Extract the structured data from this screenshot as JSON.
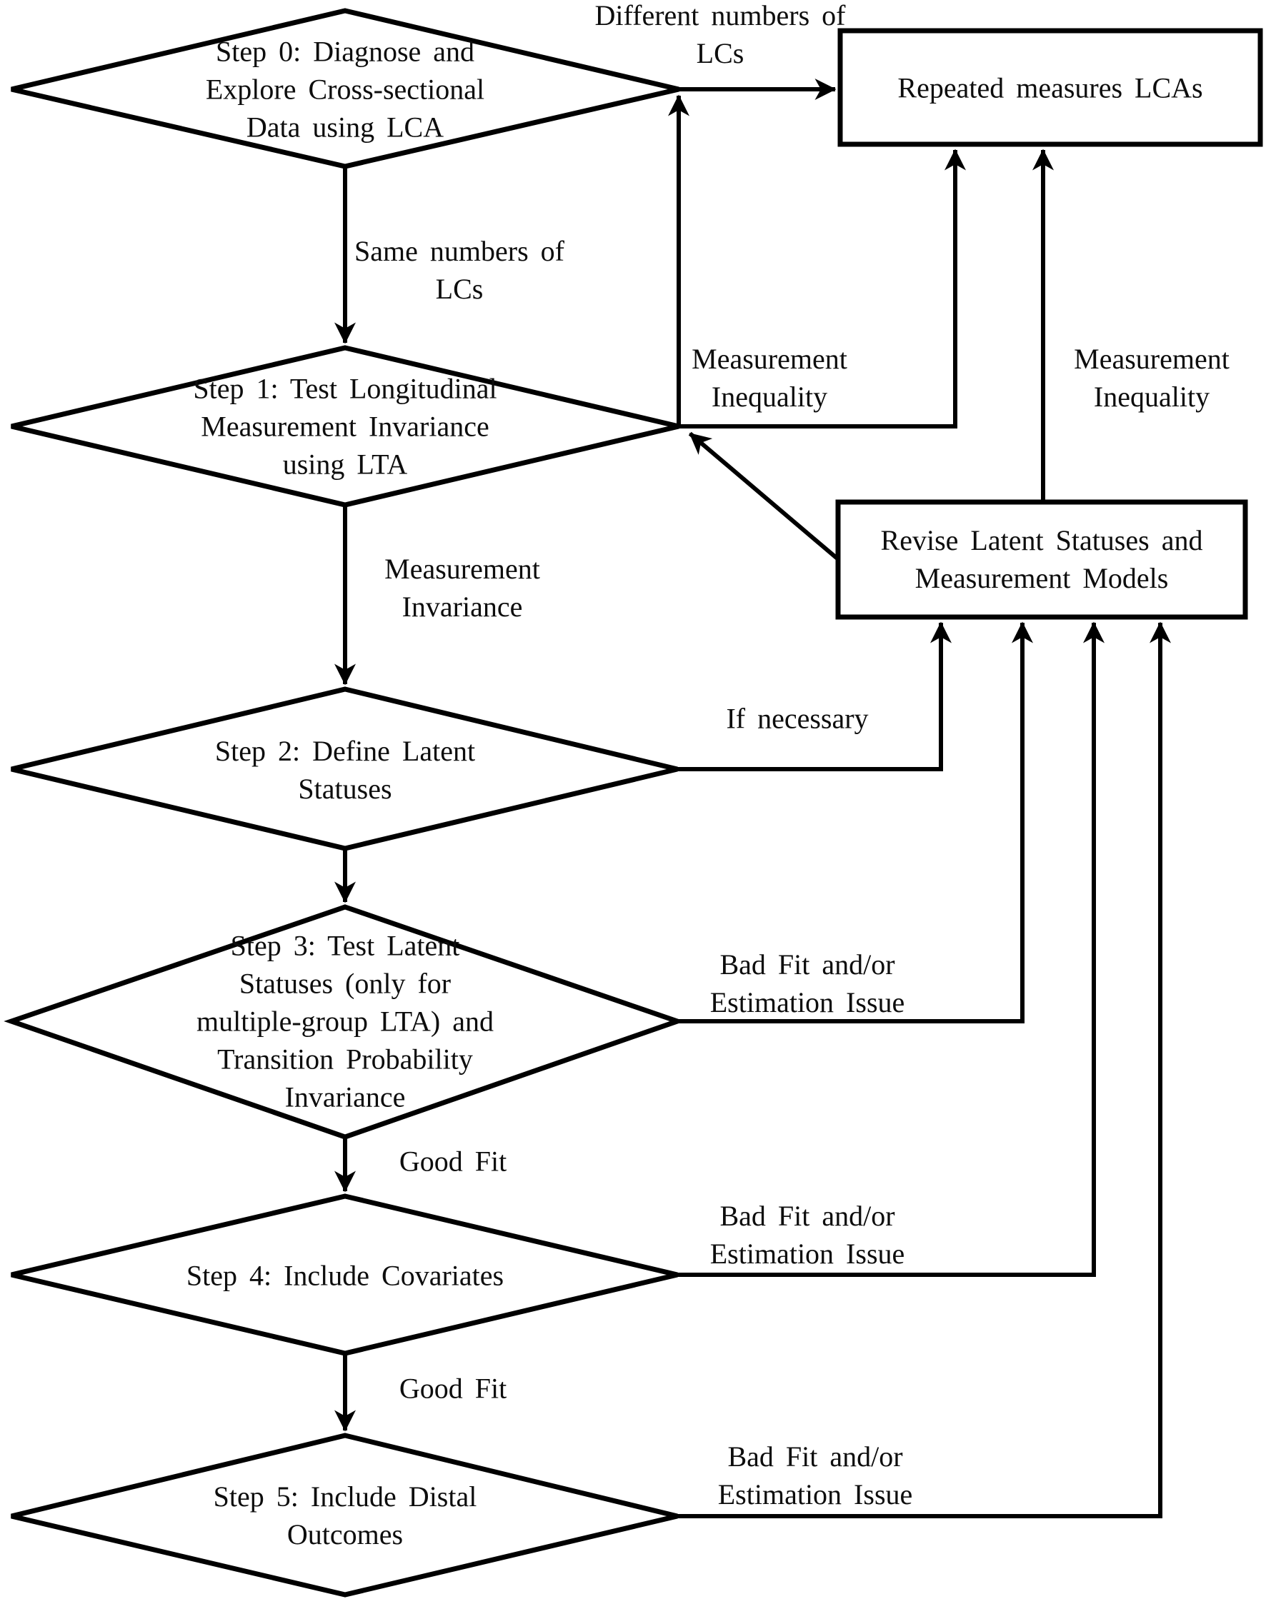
{
  "diagram": {
    "background_color": "#ffffff",
    "line_color": "#000000",
    "text_color": "#0d0d0d",
    "nodes": {
      "step0": {
        "type": "decision",
        "label": "Step 0: Diagnose and\nExplore Cross-sectional\nData using LCA"
      },
      "step1": {
        "type": "decision",
        "label": "Step 1: Test Longitudinal\nMeasurement Invariance\nusing LTA"
      },
      "step2": {
        "type": "decision",
        "label": "Step 2: Define Latent\nStatuses"
      },
      "step3": {
        "type": "decision",
        "label": "Step 3: Test Latent\nStatuses (only for\nmultiple-group LTA) and\nTransition Probability\nInvariance"
      },
      "step4": {
        "type": "decision",
        "label": "Step 4: Include Covariates"
      },
      "step5": {
        "type": "decision",
        "label": "Step 5: Include Distal\nOutcomes"
      },
      "repeated_lcas": {
        "type": "process",
        "label": "Repeated measures LCAs"
      },
      "revise": {
        "type": "process",
        "label": "Revise Latent Statuses and\nMeasurement Models"
      }
    },
    "edge_labels": {
      "different_numbers": "Different numbers of\nLCs",
      "same_numbers": "Same numbers of\nLCs",
      "measurement_inequality_left": "Measurement\nInequality",
      "measurement_inequality_right": "Measurement\nInequality",
      "measurement_invariance": "Measurement\nInvariance",
      "if_necessary": "If necessary",
      "bad_fit_step3": "Bad Fit and/or\nEstimation Issue",
      "good_fit_step3": "Good Fit",
      "bad_fit_step4": "Bad Fit and/or\nEstimation Issue",
      "good_fit_step4": "Good Fit",
      "bad_fit_step5": "Bad Fit and/or\nEstimation Issue"
    }
  }
}
